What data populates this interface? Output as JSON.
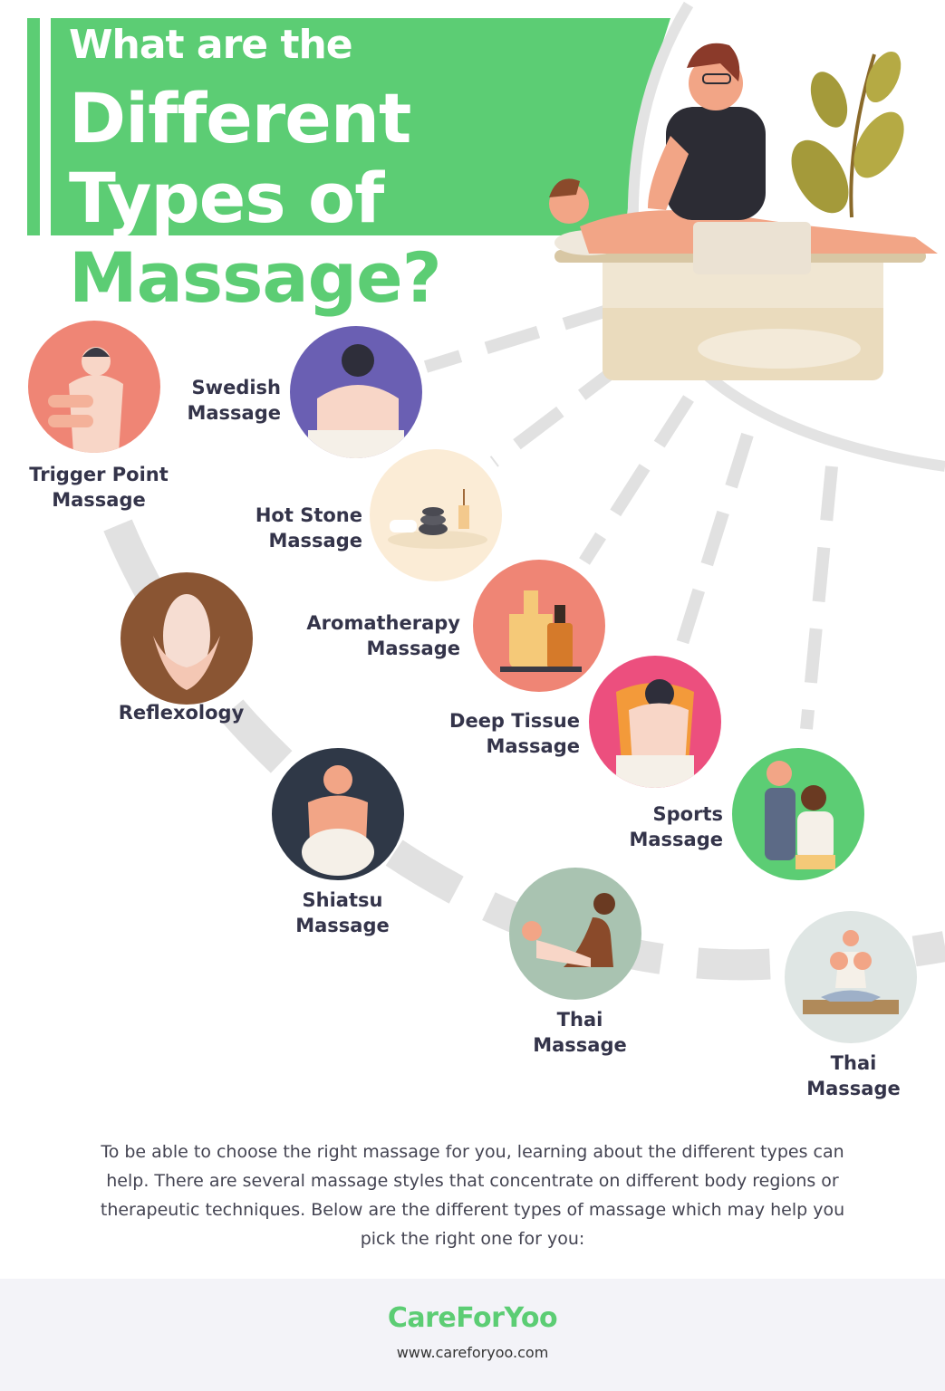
{
  "title": {
    "line1": "What are the",
    "line2": "Different",
    "line3": "Types of",
    "line4": "Massage?"
  },
  "colors": {
    "accent_green": "#5ccd74",
    "dark_text": "#34344a",
    "path_gray": "#e1e1e1"
  },
  "massages": [
    {
      "icon": "trigger-point-illustration",
      "line1": "Trigger Point",
      "line2": "Massage"
    },
    {
      "icon": "swedish-illustration",
      "line1": "Swedish",
      "line2": "Massage"
    },
    {
      "icon": "hot-stone-illustration",
      "line1": "Hot Stone",
      "line2": "Massage"
    },
    {
      "icon": "reflexology-illustration",
      "line1": "Reflexology",
      "line2": ""
    },
    {
      "icon": "aromatherapy-illustration",
      "line1": "Aromatherapy",
      "line2": "Massage"
    },
    {
      "icon": "deep-tissue-illustration",
      "line1": "Deep Tissue",
      "line2": "Massage"
    },
    {
      "icon": "sports-illustration",
      "line1": "Sports",
      "line2": "Massage"
    },
    {
      "icon": "shiatsu-illustration",
      "line1": "Shiatsu",
      "line2": "Massage"
    },
    {
      "icon": "thai-illustration",
      "line1": "Thai",
      "line2": "Massage"
    },
    {
      "icon": "thai-meditation-illustration",
      "line1": "Thai",
      "line2": "Massage"
    }
  ],
  "intro": "To be able to choose the right massage for you, learning about the different types can help. There are several massage styles that concentrate on different body regions or therapeutic techniques. Below are the different types of massage which may help you pick the right one for you:",
  "footer": {
    "brand": "CareForYoo",
    "url": "www.careforyoo.com"
  }
}
